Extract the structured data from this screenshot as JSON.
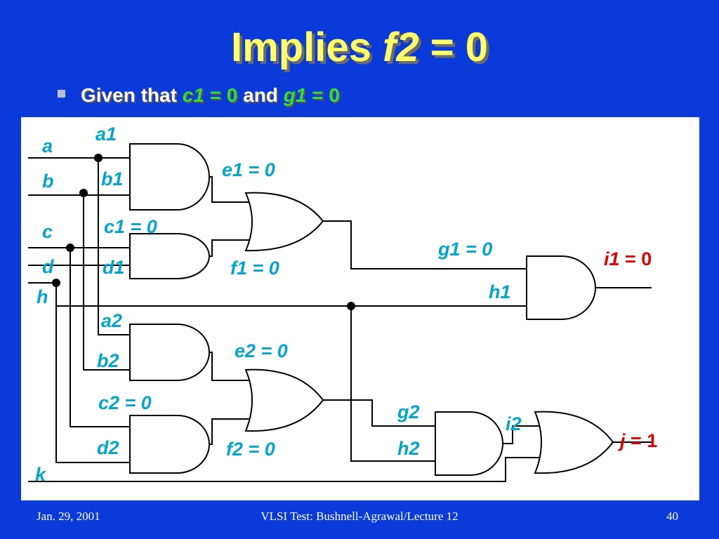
{
  "slide": {
    "title_prefix": "Implies ",
    "title_var": "f2",
    "title_suffix": " = 0",
    "bullet_prefix": "Given that ",
    "bullet_var1": "c1",
    "bullet_eq1": " = 0",
    "bullet_mid": " and ",
    "bullet_var2": "g1",
    "bullet_eq2": " = 0"
  },
  "diagram": {
    "inputs": {
      "a": "a",
      "b": "b",
      "c": "c",
      "d": "d",
      "h": "h",
      "k": "k"
    },
    "gate_inputs": {
      "a1": "a1",
      "b1": "b1",
      "c1": "c1 = 0",
      "d1": "d1",
      "a2": "a2",
      "b2": "b2",
      "c2": "c2 = 0",
      "d2": "d2",
      "g1": "g1 = 0",
      "h1": "h1",
      "g2": "g2",
      "h2": "h2"
    },
    "signals": {
      "e1": "e1 = 0",
      "f1": "f1 = 0",
      "e2": "e2 = 0",
      "f2": "f2 = 0",
      "i2": "i2"
    },
    "outputs": {
      "i1_var": "i1",
      "i1_val": " = 0",
      "j_var": "j",
      "j_val": " = 1"
    },
    "colors": {
      "label": "#00a6cc",
      "output": "#e00000",
      "wire": "#000000"
    }
  },
  "footer": {
    "date": "Jan. 29, 2001",
    "center": "VLSI Test: Bushnell-Agrawal/Lecture 12",
    "page": "40"
  }
}
